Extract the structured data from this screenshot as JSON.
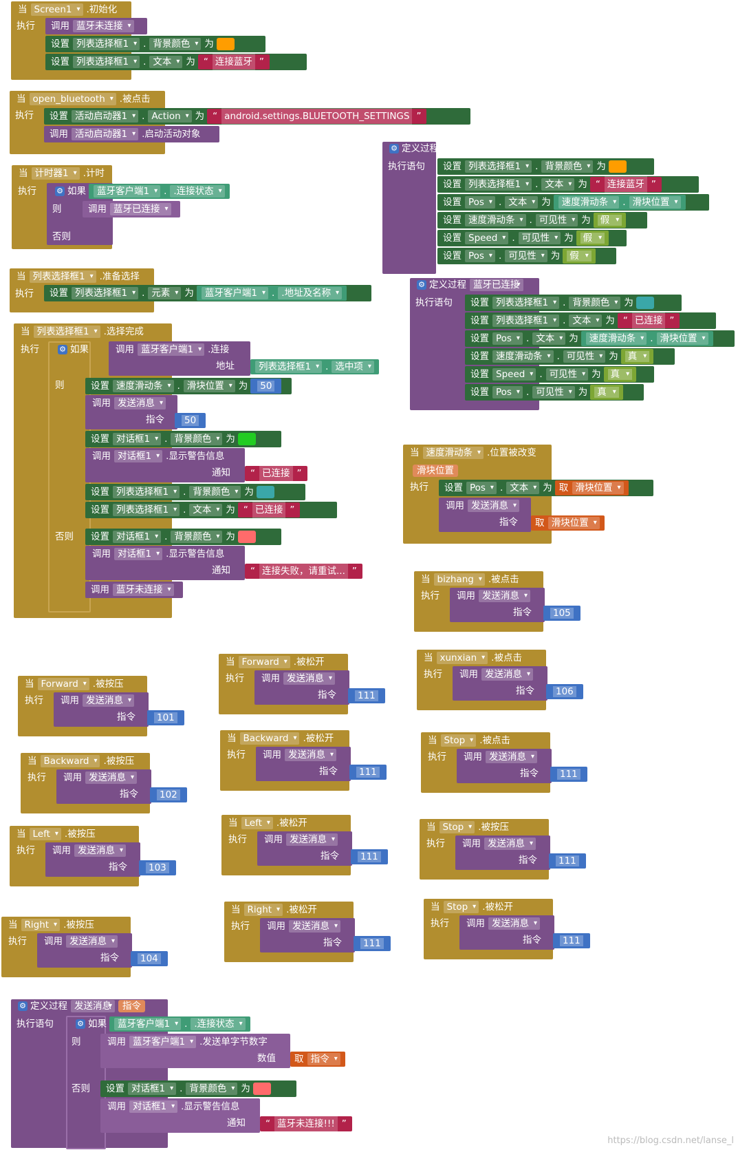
{
  "w": {
    "when": "当",
    "do": "执行",
    "do_stmt": "执行语句",
    "set": "设置",
    "call": "调用",
    "to": "为",
    "if": "如果",
    "then": "则",
    "else": "否则",
    "def": "定义过程",
    "cmd": "指令",
    "get": "取",
    "addr": "地址",
    "notice": "通知",
    "num_value": "数值"
  },
  "prop": {
    "bg": "背景颜色",
    "text": "文本",
    "visible": "可见性",
    "action": "Action",
    "elements": "元素",
    "selection": "选中项",
    "thumb": "滑块位置"
  },
  "comp": {
    "screen": "Screen1",
    "open_bt": "open_bluetooth",
    "lp": "列表选择框1",
    "ai": "活动启动器1",
    "timer": "计时器1",
    "btc": "蓝牙客户端1",
    "slider": "速度滑动条",
    "pos": "Pos",
    "speed": "Speed",
    "notifier": "对话框1",
    "bizhang": "bizhang",
    "xunxian": "xunxian",
    "forward": "Forward",
    "backward": "Backward",
    "left": "Left",
    "right": "Right",
    "stop": "Stop"
  },
  "evt": {
    "init": ".初始化",
    "click": ".被点击",
    "timer": ".计时",
    "before": ".准备选择",
    "after": ".选择完成",
    "changed": ".位置被改变",
    "press": ".被按压",
    "release": ".被松开"
  },
  "method": {
    "start": ".启动活动对象",
    "connect": ".连接",
    "is_connected": ".连接状态",
    "addr_name": ".地址及名称",
    "alert": ".显示警告信息",
    "send_byte": ".发送单字节数字"
  },
  "proc": {
    "disconnected": "蓝牙未连接",
    "connected": "蓝牙已连接",
    "send": "发送消息",
    "param": "指令"
  },
  "str": {
    "connect_bt": "连接蓝牙",
    "bt_action": "android.settings.BLUETOOTH_SETTINGS",
    "connected": "已连接",
    "fail": "连接失败，请重试...",
    "not_connected": "蓝牙未连接!!!"
  },
  "bool": {
    "t": "真",
    "f": "假"
  },
  "nums": {
    "n50": "50",
    "n101": "101",
    "n102": "102",
    "n103": "103",
    "n104": "104",
    "n105": "105",
    "n106": "106",
    "n111": "111"
  },
  "colors": {
    "orange": "#ff9d00",
    "teal": "#3aa7a8",
    "green": "#22cc22",
    "red": "#ff6b6b"
  },
  "watermark": "https://blog.csdn.net/lanse_l"
}
